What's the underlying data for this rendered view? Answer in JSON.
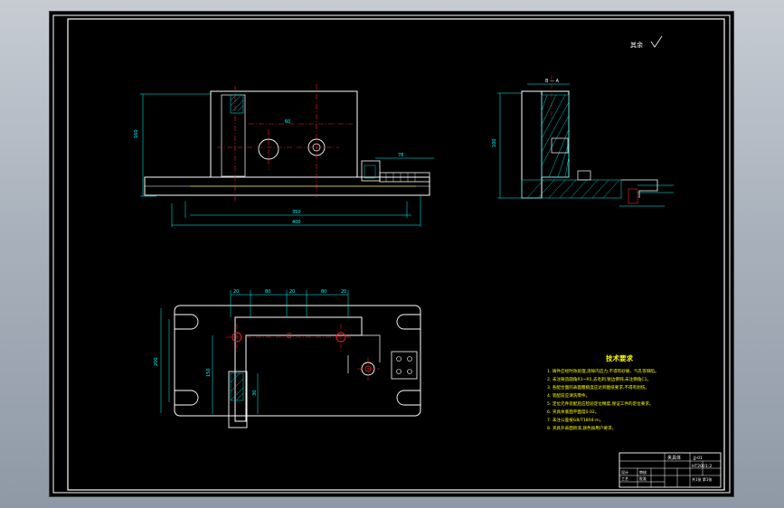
{
  "roughness": {
    "label": "其余"
  },
  "side_view": {
    "section_label": "B — A",
    "height_dim": "100"
  },
  "front_view": {
    "height_dim": "160",
    "width_dim": "400",
    "inner_dim": "350",
    "mid_dim": "60",
    "right_dim": "78"
  },
  "top_view": {
    "dims": [
      "20",
      "80",
      "20",
      "80",
      "20"
    ],
    "left_dim": "200",
    "inner_dim": "150",
    "small_dim": "30"
  },
  "notes": {
    "title": "技术要求",
    "lines": [
      "1. 铸件应经时效处理,消除内应力,不得有砂眼、气孔等缺陷。",
      "2. 未注铸造圆角R3~R5,去毛刺,锐边倒钝,未注倒角C1。",
      "3. 各配合面的表面粗糙度应达到图纸要求,不得有划伤。",
      "4. 装配前应清洗零件。",
      "5. 定位元件装配后应检验定位精度,保证工件的定位要求。",
      "6. 夹具体底面平面度0.02。",
      "7. 未注公差按GB/T1804-m。",
      "8. 夹具外表面喷漆,颜色按用户要求。"
    ]
  },
  "title_block": {
    "title": "夹具体",
    "scale": "1:2",
    "drawing_no": "JJ-01",
    "material": "HT200",
    "designer": "设计",
    "checker": "审核",
    "process": "工艺",
    "approve": "批准",
    "sheet": "共1张 第1张"
  },
  "colors": {
    "frame": "#ffffff",
    "outline": "#ffffff",
    "dimension": "#00ffff",
    "centerline": "#ff2222",
    "hatch": "#00cccc",
    "note_text": "#ffff00",
    "sub_text": "#00ff00",
    "canvas": "#000000"
  }
}
